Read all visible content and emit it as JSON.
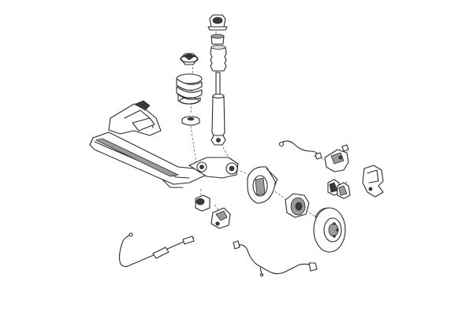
{
  "diagram": {
    "parts": [
      {
        "id": "shock-mount-top",
        "icon": "top-mount-icon"
      },
      {
        "id": "bump-stop",
        "icon": "bump-stop-icon"
      },
      {
        "id": "dust-boot",
        "icon": "dust-boot-icon"
      },
      {
        "id": "shock-absorber",
        "icon": "shock-absorber-icon"
      },
      {
        "id": "spring-seat-upper",
        "icon": "spring-seat-icon"
      },
      {
        "id": "coil-spring",
        "icon": "coil-spring-icon"
      },
      {
        "id": "spring-seat-lower",
        "icon": "spring-seat-icon"
      },
      {
        "id": "rear-axle-beam",
        "icon": "axle-beam-icon"
      },
      {
        "id": "axle-bushing",
        "icon": "bushing-icon"
      },
      {
        "id": "axle-mount-bracket",
        "icon": "bracket-icon"
      },
      {
        "id": "brake-backing-plate",
        "icon": "backing-plate-icon"
      },
      {
        "id": "wheel-hub",
        "icon": "wheel-hub-icon"
      },
      {
        "id": "brake-disc",
        "icon": "brake-disc-icon"
      },
      {
        "id": "brake-caliper",
        "icon": "caliper-icon"
      },
      {
        "id": "brake-pads",
        "icon": "brake-pads-icon"
      },
      {
        "id": "caliper-carrier",
        "icon": "caliper-carrier-icon"
      },
      {
        "id": "brake-hose",
        "icon": "brake-hose-icon"
      },
      {
        "id": "handbrake-cable",
        "icon": "cable-icon"
      },
      {
        "id": "abs-sensor-cable",
        "icon": "sensor-cable-icon"
      }
    ]
  }
}
